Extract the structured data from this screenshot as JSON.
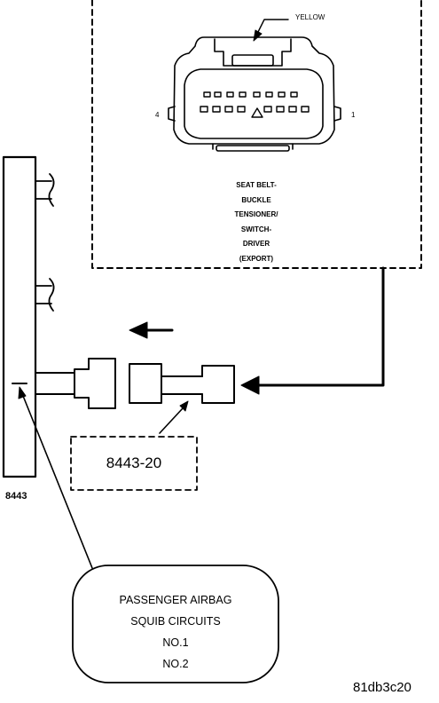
{
  "connector": {
    "color_label": "YELLOW",
    "pin_left": "4",
    "pin_right": "1",
    "title_lines": [
      "SEAT BELT-",
      "BUCKLE",
      "TENSIONER/",
      "SWITCH-",
      "DRIVER",
      "(EXPORT)"
    ]
  },
  "tool": {
    "label": "8443-20",
    "box_label": "8443"
  },
  "callout": {
    "lines": [
      "PASSENGER AIRBAG",
      "SQUIB CIRCUITS",
      "NO.1",
      "NO.2"
    ]
  },
  "figure_id": "81db3c20",
  "colors": {
    "ink": "#000000",
    "background": "#ffffff"
  }
}
